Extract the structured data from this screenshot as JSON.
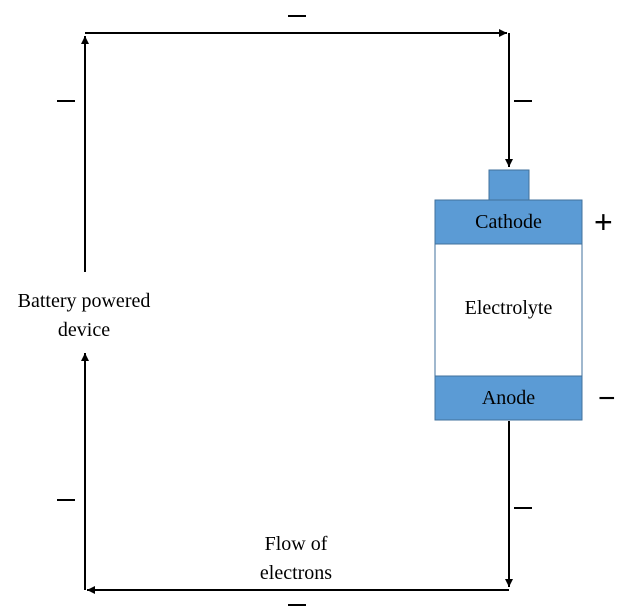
{
  "labels": {
    "device_line1": "Battery powered",
    "device_line2": "device",
    "flow_line1": "Flow of",
    "flow_line2": "electrons"
  },
  "battery": {
    "cathode": "Cathode",
    "electrolyte": "Electrolyte",
    "anode": "Anode",
    "cathode_sign": "+",
    "anode_sign": "−"
  },
  "colors": {
    "terminal_fill": "#5b9bd5",
    "terminal_stroke": "#41719c",
    "wire": "#000000"
  }
}
